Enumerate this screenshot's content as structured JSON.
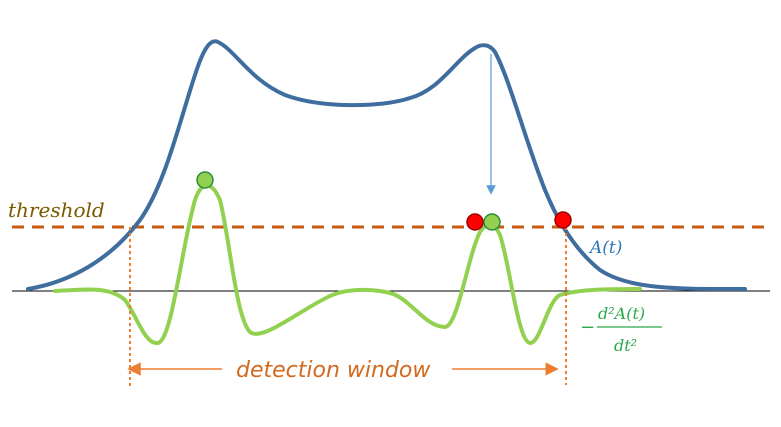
{
  "labels": {
    "threshold": "threshold",
    "detection_window": "detection window",
    "signal": "A(t)",
    "second_derivative": {
      "minus": "−",
      "numerator": "d²A(t)",
      "denominator": "dt²"
    }
  },
  "colors": {
    "signal": "#3f6e9e",
    "derivative": "#92d050",
    "threshold": "#c55a11",
    "window": "#ed7d31",
    "baseline": "#000000",
    "marker_red": "#ff0000",
    "marker_green": "#92d050",
    "arrow": "#5b9bd5",
    "math_green": "#2aa84a"
  }
}
